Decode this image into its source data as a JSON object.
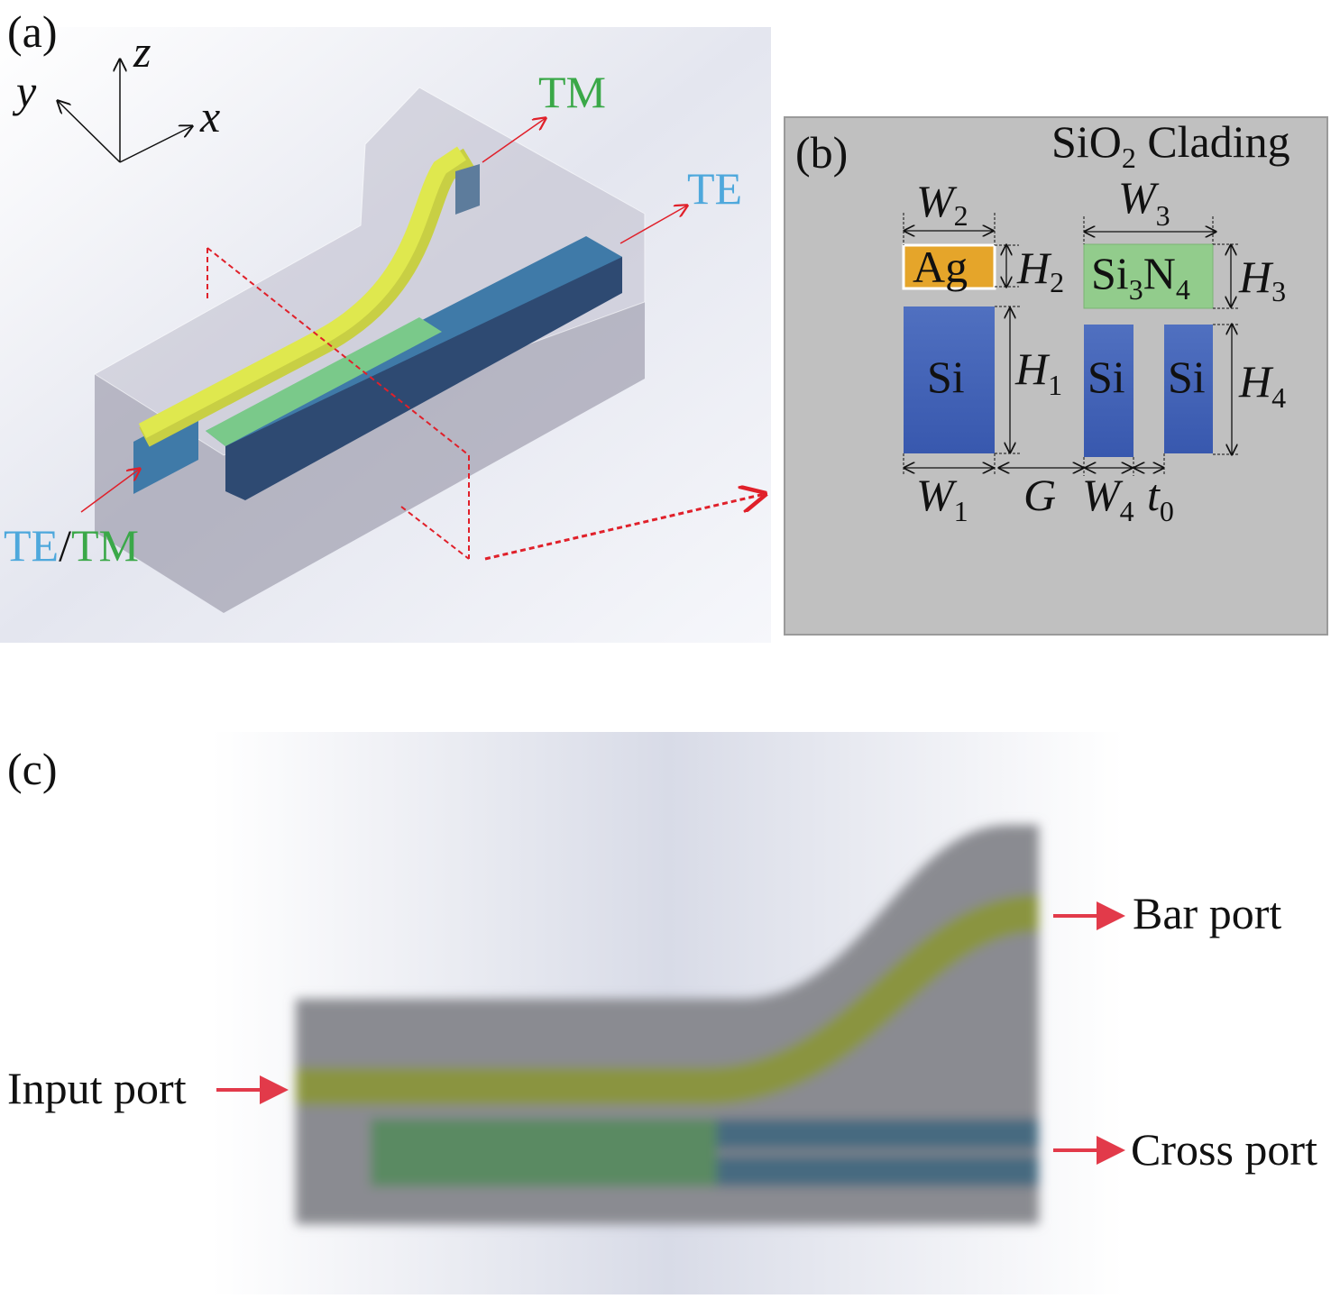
{
  "panel_a": {
    "label": "(a)",
    "axes": {
      "x": "x",
      "y": "y",
      "z": "z"
    },
    "output_tm": "TM",
    "output_te": "TE",
    "input_te": "TE",
    "input_slash": "/",
    "input_tm": "TM",
    "colors": {
      "te": "#4ea8dc",
      "tm": "#3aa848",
      "arrow": "#e0202a"
    }
  },
  "panel_b": {
    "label": "(b)",
    "clading_base": "SiO",
    "clading_sub": "2",
    "clading_rest": " Clading",
    "ag": "Ag",
    "sin_si": "Si",
    "sin_3": "3",
    "sin_n": "N",
    "sin_4": "4",
    "si": "Si",
    "dims": {
      "W2": {
        "base": "W",
        "sub": "2"
      },
      "W3": {
        "base": "W",
        "sub": "3"
      },
      "H2": {
        "base": "H",
        "sub": "2"
      },
      "H3": {
        "base": "H",
        "sub": "3"
      },
      "H1": {
        "base": "H",
        "sub": "1"
      },
      "H4": {
        "base": "H",
        "sub": "4"
      },
      "W1": {
        "base": "W",
        "sub": "1"
      },
      "G": {
        "base": "G"
      },
      "W4": {
        "base": "W",
        "sub": "4"
      },
      "t0": {
        "base": "t",
        "sub": "0"
      }
    }
  },
  "panel_c": {
    "label": "(c)",
    "input_port": "Input port",
    "bar_port": "Bar port",
    "cross_port": "Cross port"
  }
}
